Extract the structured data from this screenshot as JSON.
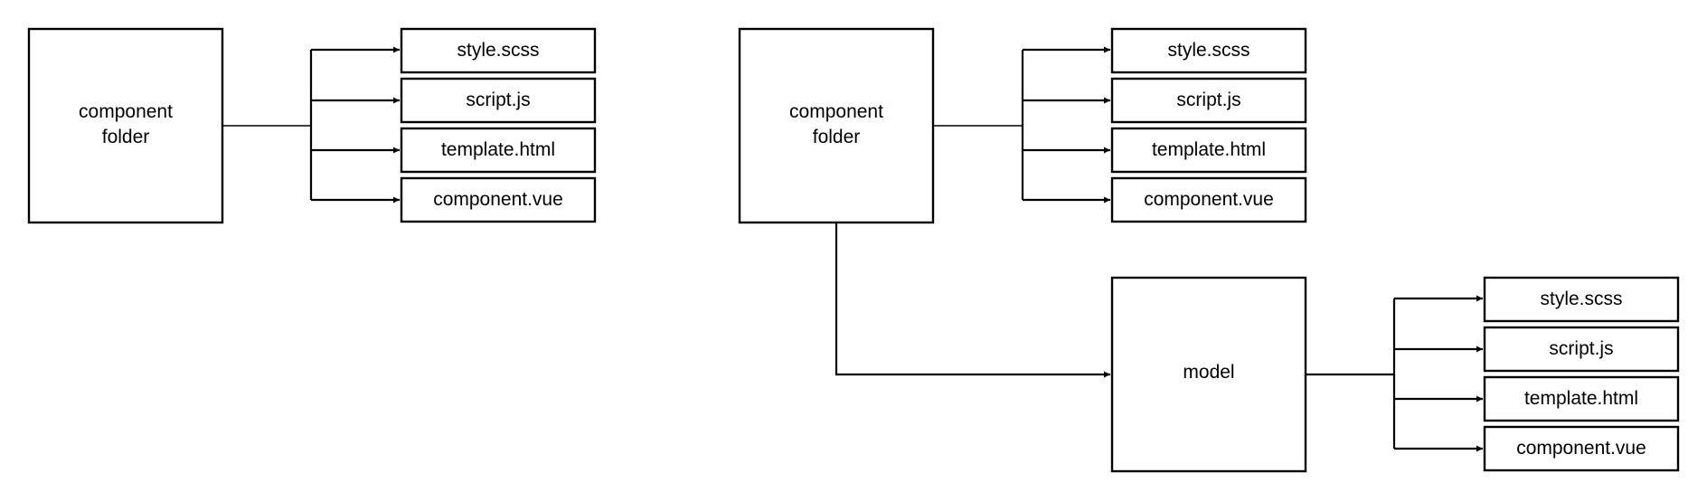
{
  "left_group": {
    "folder": {
      "line1": "component",
      "line2": "folder"
    },
    "files": [
      "style.scss",
      "script.js",
      "template.html",
      "component.vue"
    ]
  },
  "right_group": {
    "folder": {
      "line1": "component",
      "line2": "folder"
    },
    "files": [
      "style.scss",
      "script.js",
      "template.html",
      "component.vue"
    ],
    "model": {
      "label": "model",
      "files": [
        "style.scss",
        "script.js",
        "template.html",
        "component.vue"
      ]
    }
  }
}
